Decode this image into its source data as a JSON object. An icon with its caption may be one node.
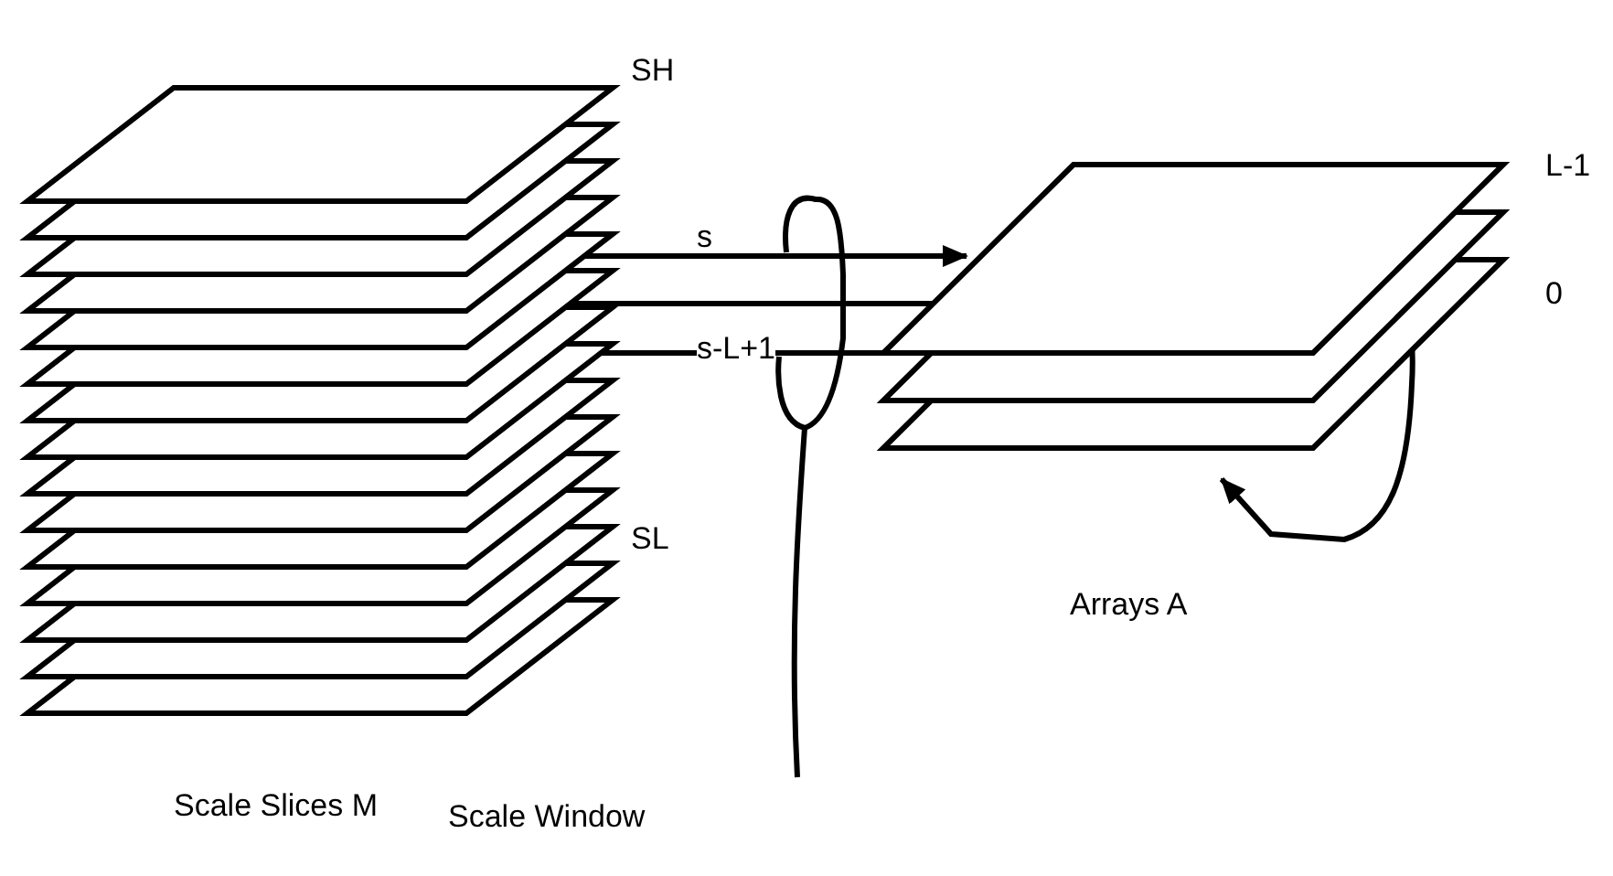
{
  "diagram": {
    "nodes": [
      {
        "text": [],
        "shape": "box"
      },
      {
        "text": [],
        "shape": "box"
      }
    ],
    "edges": [
      {
        "from": 0,
        "to": 1,
        "arrow": "to",
        "label": "s"
      },
      {
        "from": 0,
        "to": 1,
        "arrow": "none"
      },
      {
        "from": 0,
        "to": 1,
        "arrow": "none",
        "label": "s-L+1"
      },
      {
        "from": 1,
        "to": 1,
        "arrow": "to"
      }
    ],
    "labels": [
      "SH",
      "SL",
      "L-1",
      "0",
      "Arrays A",
      "Scale Slices M",
      "Scale Window"
    ]
  }
}
